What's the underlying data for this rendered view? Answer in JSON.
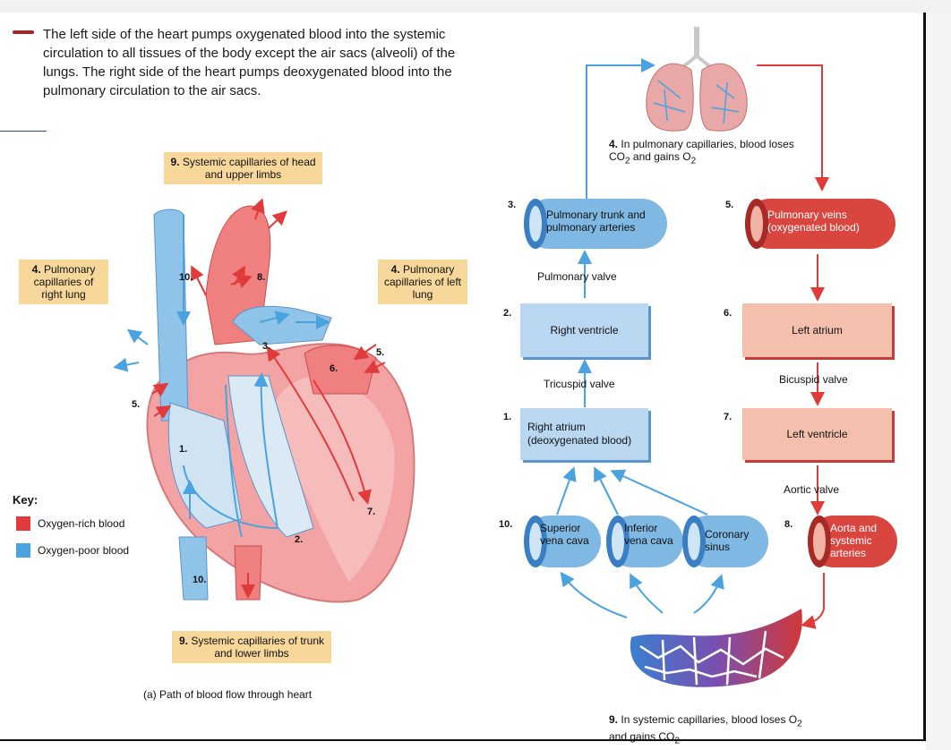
{
  "intro_text": "The left side of the heart pumps oxygenated blood into the systemic circulation to all tissues of the body except the air sacs (alveoli) of the lungs. The right side of the heart pumps deoxygenated blood into the pulmonary circulation to the air sacs.",
  "heart_labels": {
    "systemic_head": {
      "num": "9.",
      "text": "Systemic capillaries of head and upper limbs"
    },
    "systemic_trunk": {
      "num": "9.",
      "text": "Systemic capillaries of trunk and lower limbs"
    },
    "pulm_right": {
      "num": "4.",
      "text": "Pulmonary capillaries of right lung"
    },
    "pulm_left": {
      "num": "4.",
      "text": "Pulmonary capillaries of left lung"
    },
    "markers": [
      "10.",
      "8.",
      "3.",
      "6.",
      "5.",
      "5.",
      "1.",
      "7.",
      "2.",
      "10."
    ]
  },
  "key": {
    "title": "Key:",
    "items": [
      {
        "label": "Oxygen-rich blood",
        "color": "#e03a3a"
      },
      {
        "label": "Oxygen-poor blood",
        "color": "#4aa3df"
      }
    ]
  },
  "caption": "(a) Path of blood flow through heart",
  "flow": {
    "lungs_step": {
      "num": "4.",
      "text": "In pulmonary capillaries, blood loses CO",
      "sub1": "2",
      "mid": " and gains O",
      "sub2": "2"
    },
    "pulm_trunk": {
      "num": "3.",
      "text": "Pulmonary trunk and pulmonary arteries"
    },
    "pulm_veins": {
      "num": "5.",
      "text": "Pulmonary veins (oxygenated blood)"
    },
    "pulm_valve": "Pulmonary valve",
    "right_ventricle": {
      "num": "2.",
      "text": "Right ventricle"
    },
    "left_atrium": {
      "num": "6.",
      "text": "Left atrium"
    },
    "tricuspid": "Tricuspid valve",
    "bicuspid": "Bicuspid valve",
    "right_atrium": {
      "num": "1.",
      "text": "Right atrium (deoxygenated blood)"
    },
    "left_ventricle": {
      "num": "7.",
      "text": "Left ventricle"
    },
    "aortic_valve": "Aortic valve",
    "veins_num": "10.",
    "superior_vena_cava": "Superior vena cava",
    "inferior_vena_cava": "Inferior vena cava",
    "coronary_sinus": "Coronary sinus",
    "aorta": {
      "num": "8.",
      "text": "Aorta and systemic arteries"
    },
    "systemic_step": {
      "num": "9.",
      "text": "In systemic capillaries, blood loses O",
      "sub1": "2",
      "mid": " and gains CO",
      "sub2": "2"
    }
  },
  "colors": {
    "oxygen_rich": "#e03a3a",
    "oxygen_poor": "#4aa3df",
    "tan_label": "#f7d79a"
  }
}
